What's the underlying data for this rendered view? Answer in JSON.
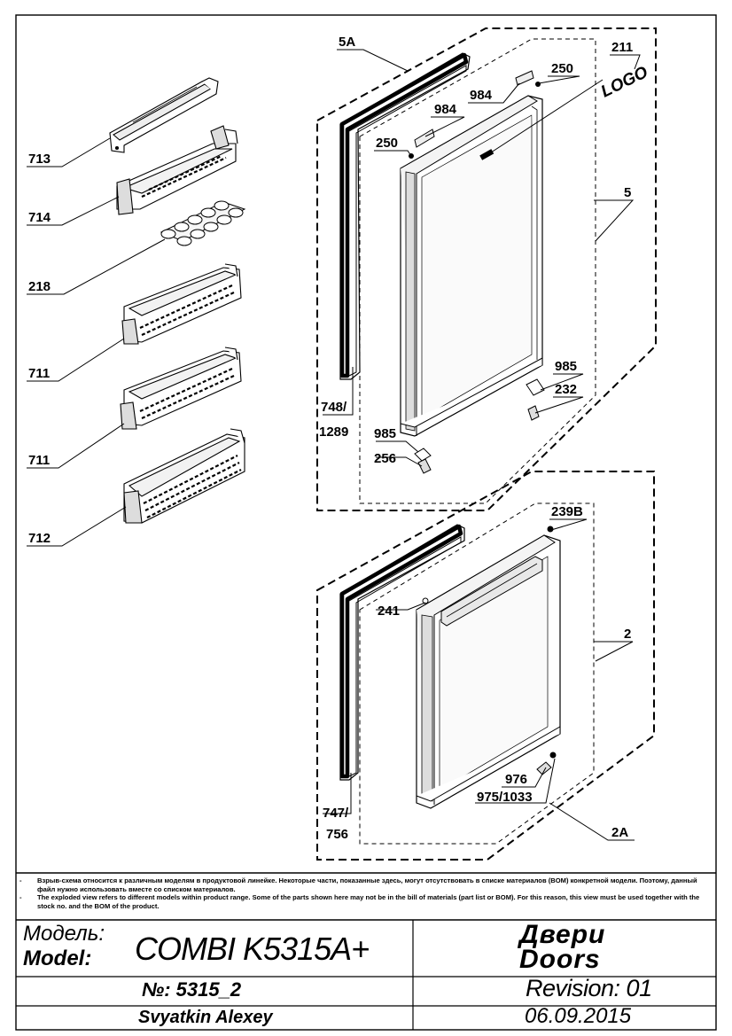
{
  "callouts": {
    "c713": "713",
    "c714": "714",
    "c218": "218",
    "c711a": "711",
    "c711b": "711",
    "c712": "712",
    "c5A": "5A",
    "c211": "211",
    "c250a": "250",
    "c984a": "984",
    "c984b": "984",
    "c250b": "250",
    "logo": "LOGO",
    "c5": "5",
    "c748": "748/",
    "c1289": "1289",
    "c985a": "985",
    "c232": "232",
    "c985b": "985",
    "c256": "256",
    "c239B": "239B",
    "c241": "241",
    "c2": "2",
    "c976": "976",
    "c975": "975/1033",
    "c747": "747/",
    "c756": "756",
    "c2A": "2A"
  },
  "notes": {
    "ru": "Взрыв-схема относится к различным моделям в продуктовой линейке.  Некоторые части, показанные здесь, могут отсутствовать в списке материалов (BOM) конкретной модели. Поэтому, данный файл нужно использовать вместе со списком материалов.",
    "en": "The exploded view refers to different models within product range. Some of the parts  shown here may not be in the bill of materials (part list or BOM). For this reason, this view must be used together with the stock no. and the BOM of the product."
  },
  "title_block": {
    "model_label_ru": "Модель:",
    "model_label_en": "Model:",
    "model_value": "COMBI K5315A+",
    "title_ru": "Двери",
    "title_en": "Doors",
    "number": "№: 5315_2",
    "revision": "Revision: 01",
    "author": "Svyatkin Alexey",
    "date": "06.09.2015"
  }
}
